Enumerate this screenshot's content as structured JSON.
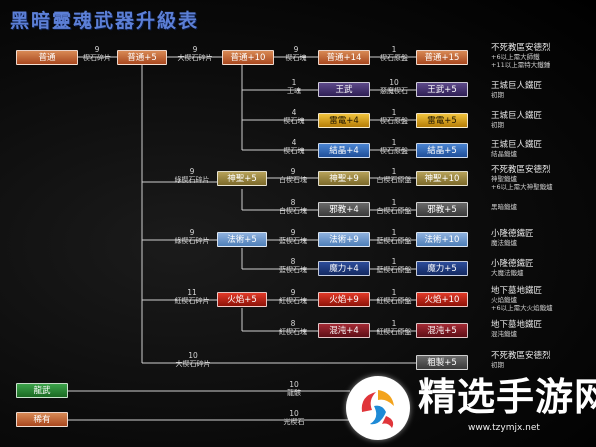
{
  "title": "黑暗靈魂武器升級表",
  "boxes": {
    "b0": "普通",
    "b1": "普通+5",
    "b2": "普通+10",
    "b3": "普通+14",
    "b4": "普通+15",
    "b5": "王武",
    "b6": "王武+5",
    "b7": "雷電+4",
    "b8": "雷電+5",
    "b9": "結晶+4",
    "b10": "結晶+5",
    "b11": "神聖+5",
    "b12": "神聖+9",
    "b13": "神聖+10",
    "b14": "邪教+4",
    "b15": "邪教+5",
    "b16": "法術+5",
    "b17": "法術+9",
    "b18": "法術+10",
    "b19": "魔力+4",
    "b20": "魔力+5",
    "b21": "火焰+5",
    "b22": "火焰+9",
    "b23": "火焰+10",
    "b24": "混沌+4",
    "b25": "混沌+5",
    "b26": "粗製+5",
    "b27": "龍武",
    "b28": "稀有"
  },
  "annotations": {
    "a0": {
      "n": "9",
      "t": "楔石碎片"
    },
    "a1": {
      "n": "9",
      "t": "大楔石碎片"
    },
    "a2": {
      "n": "9",
      "t": "楔石塊"
    },
    "a3": {
      "n": "1",
      "t": "楔石原盤"
    },
    "a4": {
      "n": "1",
      "t": "王魂"
    },
    "a5": {
      "n": "10",
      "t": "惡魔楔石"
    },
    "a6": {
      "n": "4",
      "t": "楔石塊"
    },
    "a7": {
      "n": "1",
      "t": "楔石原盤"
    },
    "a8": {
      "n": "4",
      "t": "楔石塊"
    },
    "a9": {
      "n": "1",
      "t": "楔石原盤"
    },
    "a10": {
      "n": "9",
      "t": "綠楔石碎片"
    },
    "a11": {
      "n": "9",
      "t": "白楔石塊"
    },
    "a12": {
      "n": "1",
      "t": "白楔石原盤"
    },
    "a13": {
      "n": "8",
      "t": "白楔石塊"
    },
    "a14": {
      "n": "1",
      "t": "白楔石原盤"
    },
    "a15": {
      "n": "9",
      "t": "綠楔石碎片"
    },
    "a16": {
      "n": "9",
      "t": "藍楔石塊"
    },
    "a17": {
      "n": "1",
      "t": "藍楔石原盤"
    },
    "a18": {
      "n": "8",
      "t": "藍楔石塊"
    },
    "a19": {
      "n": "1",
      "t": "藍楔石原盤"
    },
    "a20": {
      "n": "11",
      "t": "紅楔石碎片"
    },
    "a21": {
      "n": "9",
      "t": "紅楔石塊"
    },
    "a22": {
      "n": "1",
      "t": "紅楔石原盤"
    },
    "a23": {
      "n": "8",
      "t": "紅楔石塊"
    },
    "a24": {
      "n": "1",
      "t": "紅楔石原盤"
    },
    "a25": {
      "n": "10",
      "t": "大楔石碎片"
    },
    "a26": {
      "n": "10",
      "t": "龍骸"
    },
    "a27": {
      "n": "10",
      "t": "光楔石"
    }
  },
  "results": {
    "r0": {
      "l1": "不死教區安德烈",
      "l2": "+6以上需大師鐵",
      "l3": "+11以上需特大鐵鍾"
    },
    "r1": {
      "l1": "王城巨人鐵匠",
      "l2": "初期",
      "l3": ""
    },
    "r2": {
      "l1": "王城巨人鐵匠",
      "l2": "初期",
      "l3": ""
    },
    "r3": {
      "l1": "王城巨人鐵匠",
      "l2": "結晶鍛爐",
      "l3": ""
    },
    "r4": {
      "l1": "不死教區安德烈",
      "l2": "神聖鍛爐",
      "l3": "+6以上需大神聖鍛爐"
    },
    "r5": {
      "l1": "",
      "l2": "黑暗鍛爐",
      "l3": ""
    },
    "r6": {
      "l1": "小隆德鐵匠",
      "l2": "魔法鍛爐",
      "l3": ""
    },
    "r7": {
      "l1": "小隆德鐵匠",
      "l2": "大魔法鍛爐",
      "l3": ""
    },
    "r8": {
      "l1": "地下墓地鐵匠",
      "l2": "火焰鍛爐",
      "l3": "+6以上需大火焰鍛爐"
    },
    "r9": {
      "l1": "地下墓地鐵匠",
      "l2": "混沌鍛爐",
      "l3": ""
    },
    "r10": {
      "l1": "不死教區安德烈",
      "l2": "初期",
      "l3": ""
    }
  },
  "watermark": {
    "text": "精选手游网",
    "url": "www.tzymjx.net"
  },
  "colors": {
    "title": "#5c7fd6",
    "line": "#cfcfcf",
    "orange": "#c0652f",
    "purple": "#3e2f6b",
    "gold": "#e3a51e",
    "blue": "#2f66b8",
    "olive": "#9b8741",
    "gray": "#4f4f4f",
    "steel": "#7096c8",
    "navy": "#1e3a80",
    "red": "#c1271b",
    "maroon": "#7e1a23",
    "green": "#2d8a38"
  },
  "icons": [
    "watermark-logo-icon"
  ]
}
